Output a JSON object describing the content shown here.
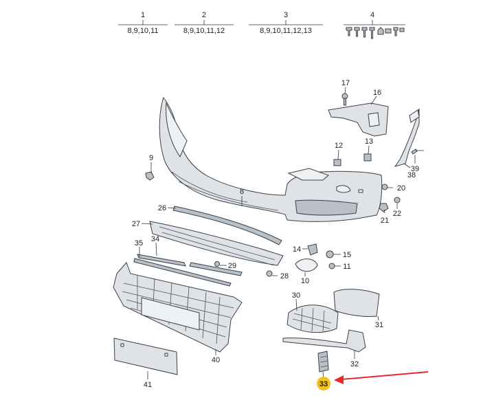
{
  "groups": [
    {
      "num": "1",
      "sub": "8,9,10,11"
    },
    {
      "num": "2",
      "sub": "8,9,10,11,12"
    },
    {
      "num": "3",
      "sub": "8,9,10,11,12,13"
    },
    {
      "num": "4",
      "sub": ""
    }
  ],
  "labels": {
    "p8": "8",
    "p9": "9",
    "p10": "10",
    "p11": "11",
    "p12": "12",
    "p13": "13",
    "p14": "14",
    "p15": "15",
    "p16": "16",
    "p17": "17",
    "p20": "20",
    "p21": "21",
    "p22": "22",
    "p26": "26",
    "p27": "27",
    "p28": "28",
    "p29": "29",
    "p30": "30",
    "p31": "31",
    "p32": "32",
    "p33": "33",
    "p34": "34",
    "p35": "35",
    "p38": "38",
    "p39": "39",
    "p40": "40",
    "p41": "41"
  },
  "highlight": {
    "part": "33",
    "color": "#f2c21b",
    "arrow_color": "#e8282d"
  }
}
